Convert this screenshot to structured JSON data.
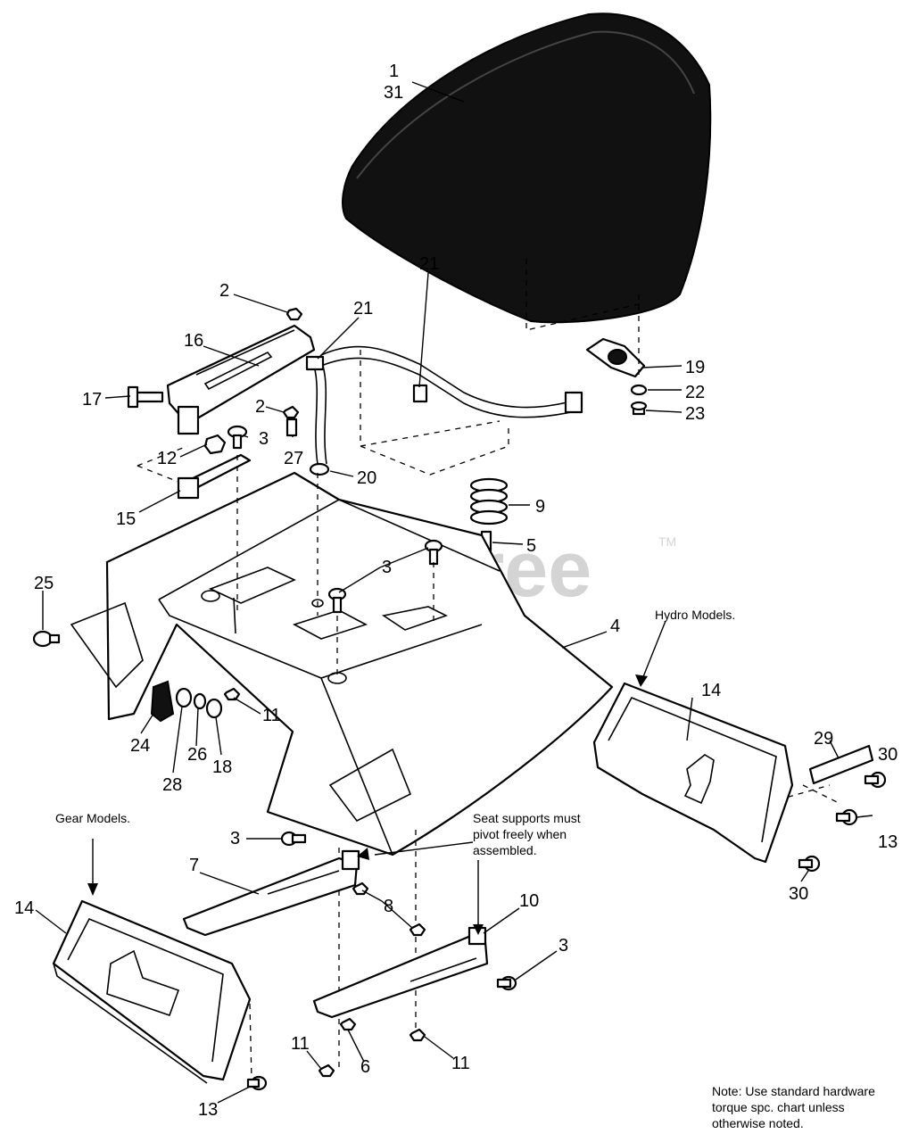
{
  "watermark": {
    "text": "PartsTree",
    "tm": "TM"
  },
  "group_labels": {
    "hydro": "Hydro Models.",
    "gear": "Gear Models."
  },
  "notes": {
    "seat_support": [
      "Seat supports must",
      "pivot freely when",
      "assembled."
    ],
    "hardware": [
      "Note: Use standard hardware",
      "torque spc. chart unless",
      "otherwise noted."
    ]
  },
  "callouts": {
    "c1": "1",
    "c31": "31",
    "c2a": "2",
    "c2b": "2",
    "c21a": "21",
    "c21b": "21",
    "c16": "16",
    "c17": "17",
    "c3a": "3",
    "c12": "12",
    "c27": "27",
    "c20": "20",
    "c15": "15",
    "c19": "19",
    "c22": "22",
    "c23": "23",
    "c9": "9",
    "c5": "5",
    "c3b": "3",
    "c25": "25",
    "c4": "4",
    "c11a": "11",
    "c24": "24",
    "c28": "28",
    "c26": "26",
    "c18": "18",
    "c14a": "14",
    "c29": "29",
    "c30a": "30",
    "c13a": "13",
    "c30b": "30",
    "c3c": "3",
    "c7": "7",
    "c8": "8",
    "c10": "10",
    "c14b": "14",
    "c3d": "3",
    "c11b": "11",
    "c6": "6",
    "c11c": "11",
    "c13b": "13"
  }
}
